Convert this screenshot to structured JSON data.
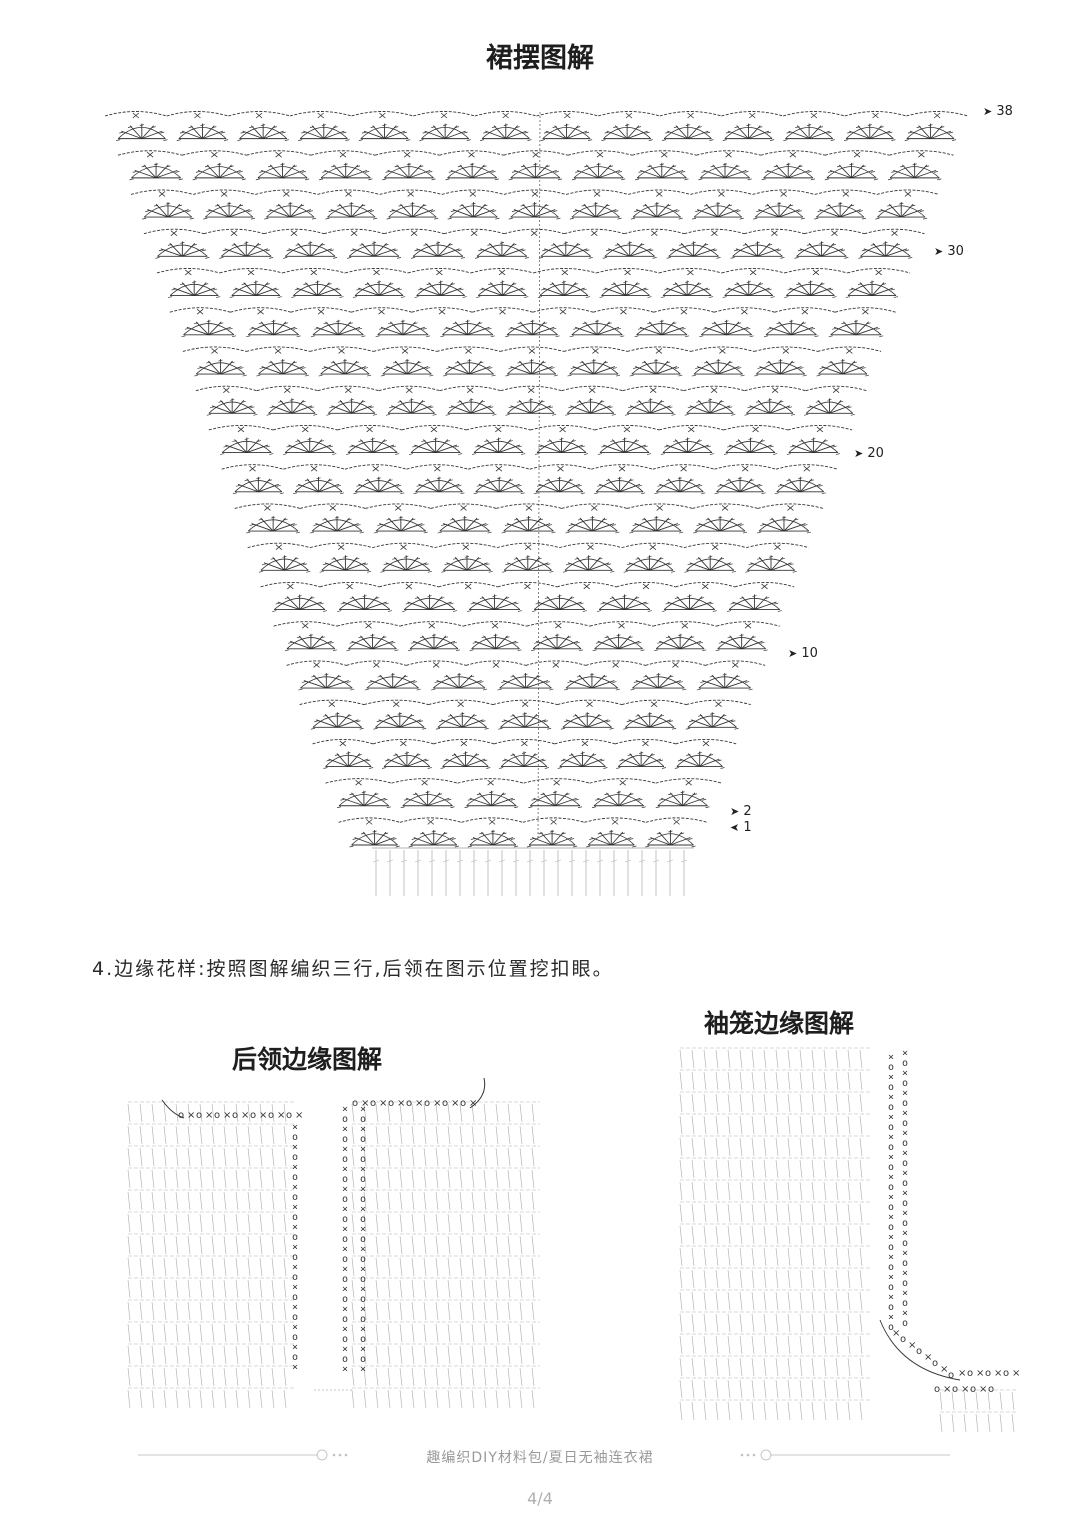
{
  "skirt": {
    "title": "裙摆图解",
    "row_labels": [
      "38",
      "30",
      "20",
      "10",
      "2",
      "1"
    ],
    "rows": 38
  },
  "instruction": "4.边缘花样:按照图解编织三行,后领在图示位置挖扣眼。",
  "neck": {
    "title": "后领边缘图解"
  },
  "sleeve": {
    "title": "袖笼边缘图解"
  },
  "footer": {
    "text": "趣编织DIY材料包/夏日无袖连衣裙",
    "page": "4/4"
  }
}
